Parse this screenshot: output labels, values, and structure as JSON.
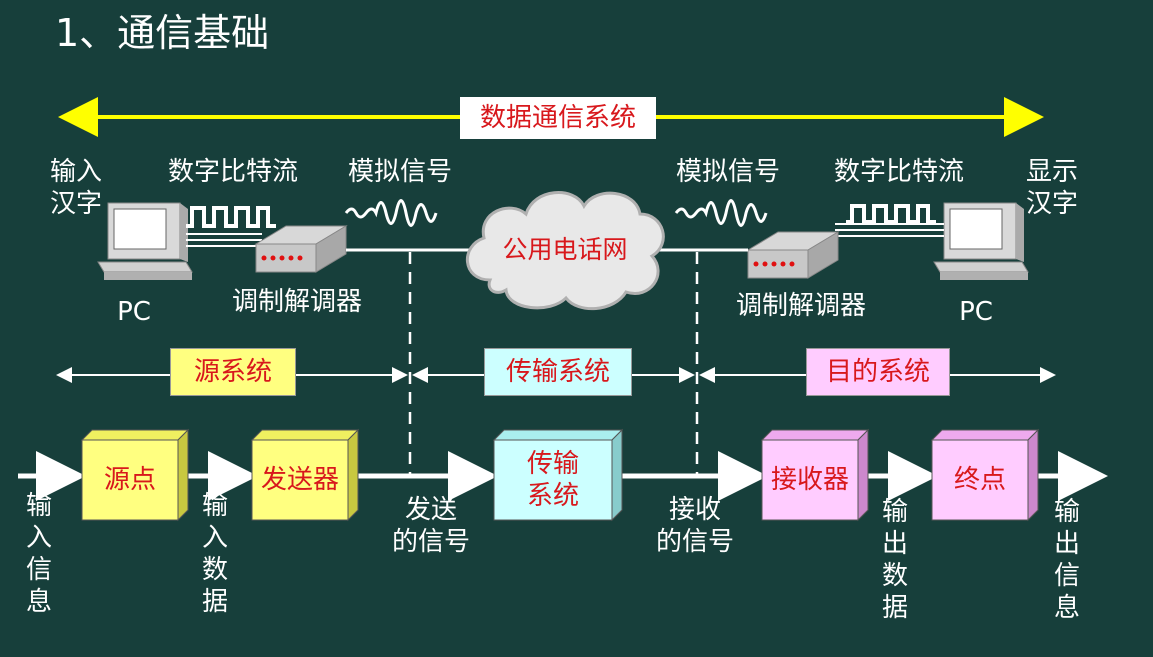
{
  "title": "1、通信基础",
  "top": {
    "banner": "数据通信系统",
    "left_input": "输入\n汉字",
    "right_output": "显示\n汉字",
    "left_bitstream": "数字比特流",
    "right_bitstream": "数字比特流",
    "left_analog": "模拟信号",
    "right_analog": "模拟信号",
    "left_pc": "PC",
    "right_pc": "PC",
    "left_modem": "调制解调器",
    "right_modem": "调制解调器",
    "cloud": "公用电话网"
  },
  "segments": {
    "source": "源系统",
    "transmission": "传输系统",
    "destination": "目的系统"
  },
  "chain": {
    "box_source": "源点",
    "box_sender": "发送器",
    "box_transmission": "传输\n系统",
    "box_receiver": "接收器",
    "box_sink": "终点",
    "label_input_info": "输入信息",
    "label_input_data": "输入数据",
    "label_sent_signal": "发送\n的信号",
    "label_received_signal": "接收\n的信号",
    "label_output_data": "输出数据",
    "label_output_info": "输出信息"
  },
  "colors": {
    "background": "#173f3b",
    "yellow_box": "#ffff80",
    "cyan_box": "#ccffff",
    "pink_box": "#ffccff",
    "arrow_yellow": "#ffff00",
    "label_red": "#d8181c"
  }
}
